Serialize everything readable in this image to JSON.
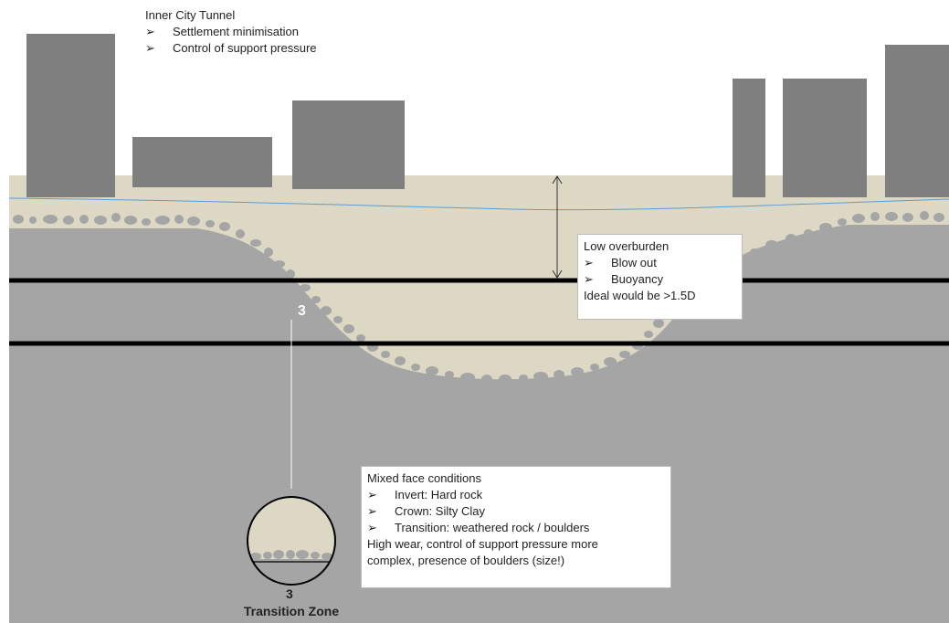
{
  "header": {
    "title": "Inner City Tunnel",
    "bullets": [
      "Settlement minimisation",
      "Control of support pressure"
    ]
  },
  "overburden_box": {
    "title": "Low overburden",
    "bullets": [
      "Blow out",
      "Buoyancy"
    ],
    "note": "Ideal would be >1.5D"
  },
  "marker": {
    "label": "3"
  },
  "mixed_face_box": {
    "title": "Mixed face conditions",
    "bullets": [
      "Invert: Hard rock",
      "Crown: Silty Clay",
      "Transition: weathered rock / boulders"
    ],
    "note_line1": "High wear, control of support pressure more",
    "note_line2": "complex, presence of boulders (size!)"
  },
  "zone": {
    "number": "3",
    "title": "Transition Zone"
  },
  "arrow_glyph": "➢",
  "colors": {
    "soil": "#ddd8c4",
    "rock": "#a5a5a5",
    "building": "#7f7f7f",
    "boulder": "#a5a5a5",
    "water_table": "#5b9bd5",
    "tunnel_line": "#000000"
  }
}
